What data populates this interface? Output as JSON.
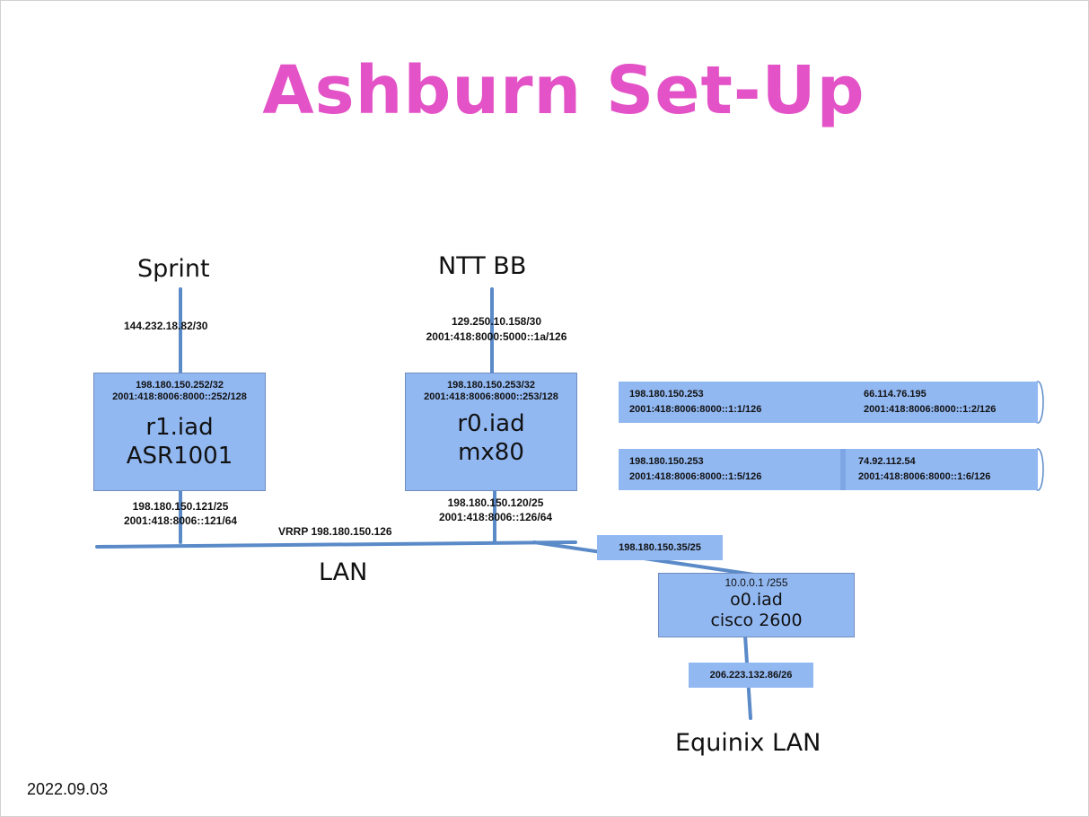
{
  "title": "Ashburn Set-Up",
  "date": "2022.09.03",
  "upstreams": {
    "sprint": {
      "name": "Sprint",
      "link_v4": "144.232.18.82/30"
    },
    "ntt": {
      "name": "NTT BB",
      "link_v4": "129.250.10.158/30",
      "link_v6": "2001:418:8000:5000::1a/126"
    }
  },
  "r1": {
    "loopback_v4": "198.180.150.252/32",
    "loopback_v6": "2001:418:8006:8000::252/128",
    "name": "r1.iad",
    "model": "ASR1001",
    "lan_v4": "198.180.150.121/25",
    "lan_v6": "2001:418:8006::121/64"
  },
  "r0": {
    "loopback_v4": "198.180.150.253/32",
    "loopback_v6": "2001:418:8006:8000::253/128",
    "name": "r0.iad",
    "model": "mx80",
    "lan_v4": "198.180.150.120/25",
    "lan_v6": "2001:418:8006::126/64"
  },
  "lan": {
    "name": "LAN",
    "vrrp": "VRRP 198.180.150.126"
  },
  "tunnels": [
    {
      "left_v4": "198.180.150.253",
      "left_v6": "2001:418:8006:8000::1:1/126",
      "right_v4": "66.114.76.195",
      "right_v6": "2001:418:8006:8000::1:2/126"
    },
    {
      "left_v4": "198.180.150.253",
      "left_v6": "2001:418:8006:8000::1:5/126",
      "right_v4": "74.92.112.54",
      "right_v6": "2001:418:8006:8000::1:6/126"
    }
  ],
  "o0": {
    "lan_link": "198.180.150.35/25",
    "mgmt": "10.0.0.1 /255",
    "name": "o0.iad",
    "model": "cisco 2600",
    "equinix_link": "206.223.132.86/26"
  },
  "equinix": {
    "name": "Equinix LAN"
  },
  "colors": {
    "title": "#e352c6",
    "box": "#92b8f2",
    "line": "#5a8ac8"
  }
}
